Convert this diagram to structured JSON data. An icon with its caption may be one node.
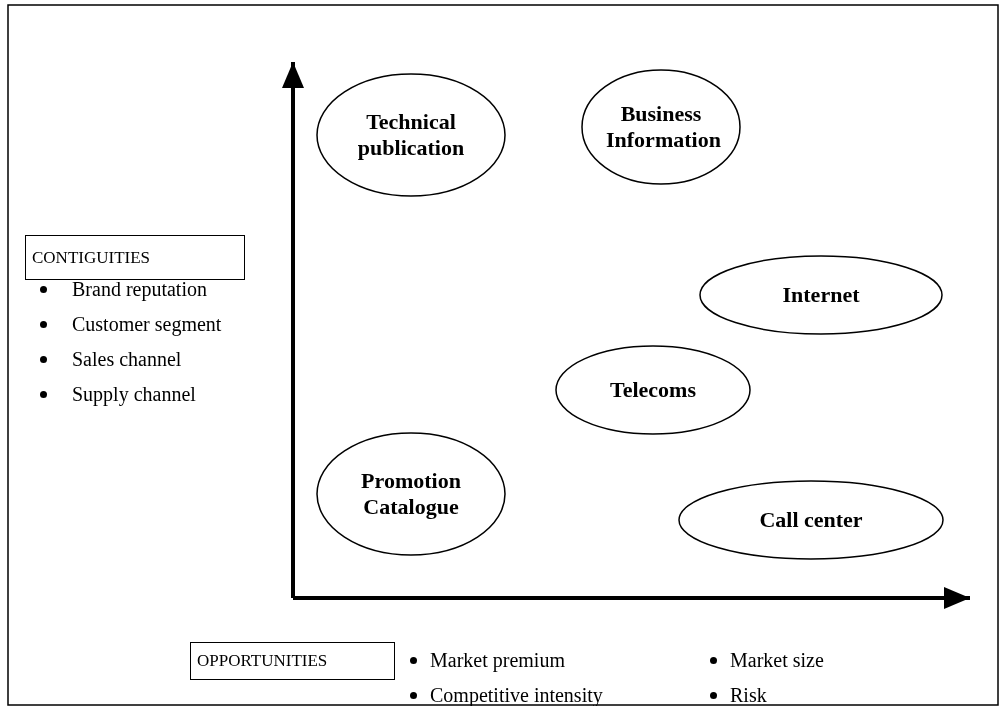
{
  "diagram": {
    "nodes": [
      {
        "text": [
          "Technical publication"
        ]
      },
      {
        "text": [
          "Business Information"
        ]
      },
      {
        "text": [
          "Internet"
        ]
      },
      {
        "text": [
          "Telecoms"
        ]
      },
      {
        "text": [
          "Promotion Catalogue"
        ]
      },
      {
        "text": [
          "Call center"
        ]
      },
      {
        "text": [
          "CONTIGUITIES"
        ]
      },
      {
        "text": [
          "OPPORTUNITIES"
        ]
      }
    ],
    "edges": [],
    "labels": [
      "Brand reputation",
      "Customer segment",
      "Sales channel",
      "Supply channel",
      "Market premium",
      "Market size",
      "Competitive intensity",
      "Risk"
    ]
  }
}
